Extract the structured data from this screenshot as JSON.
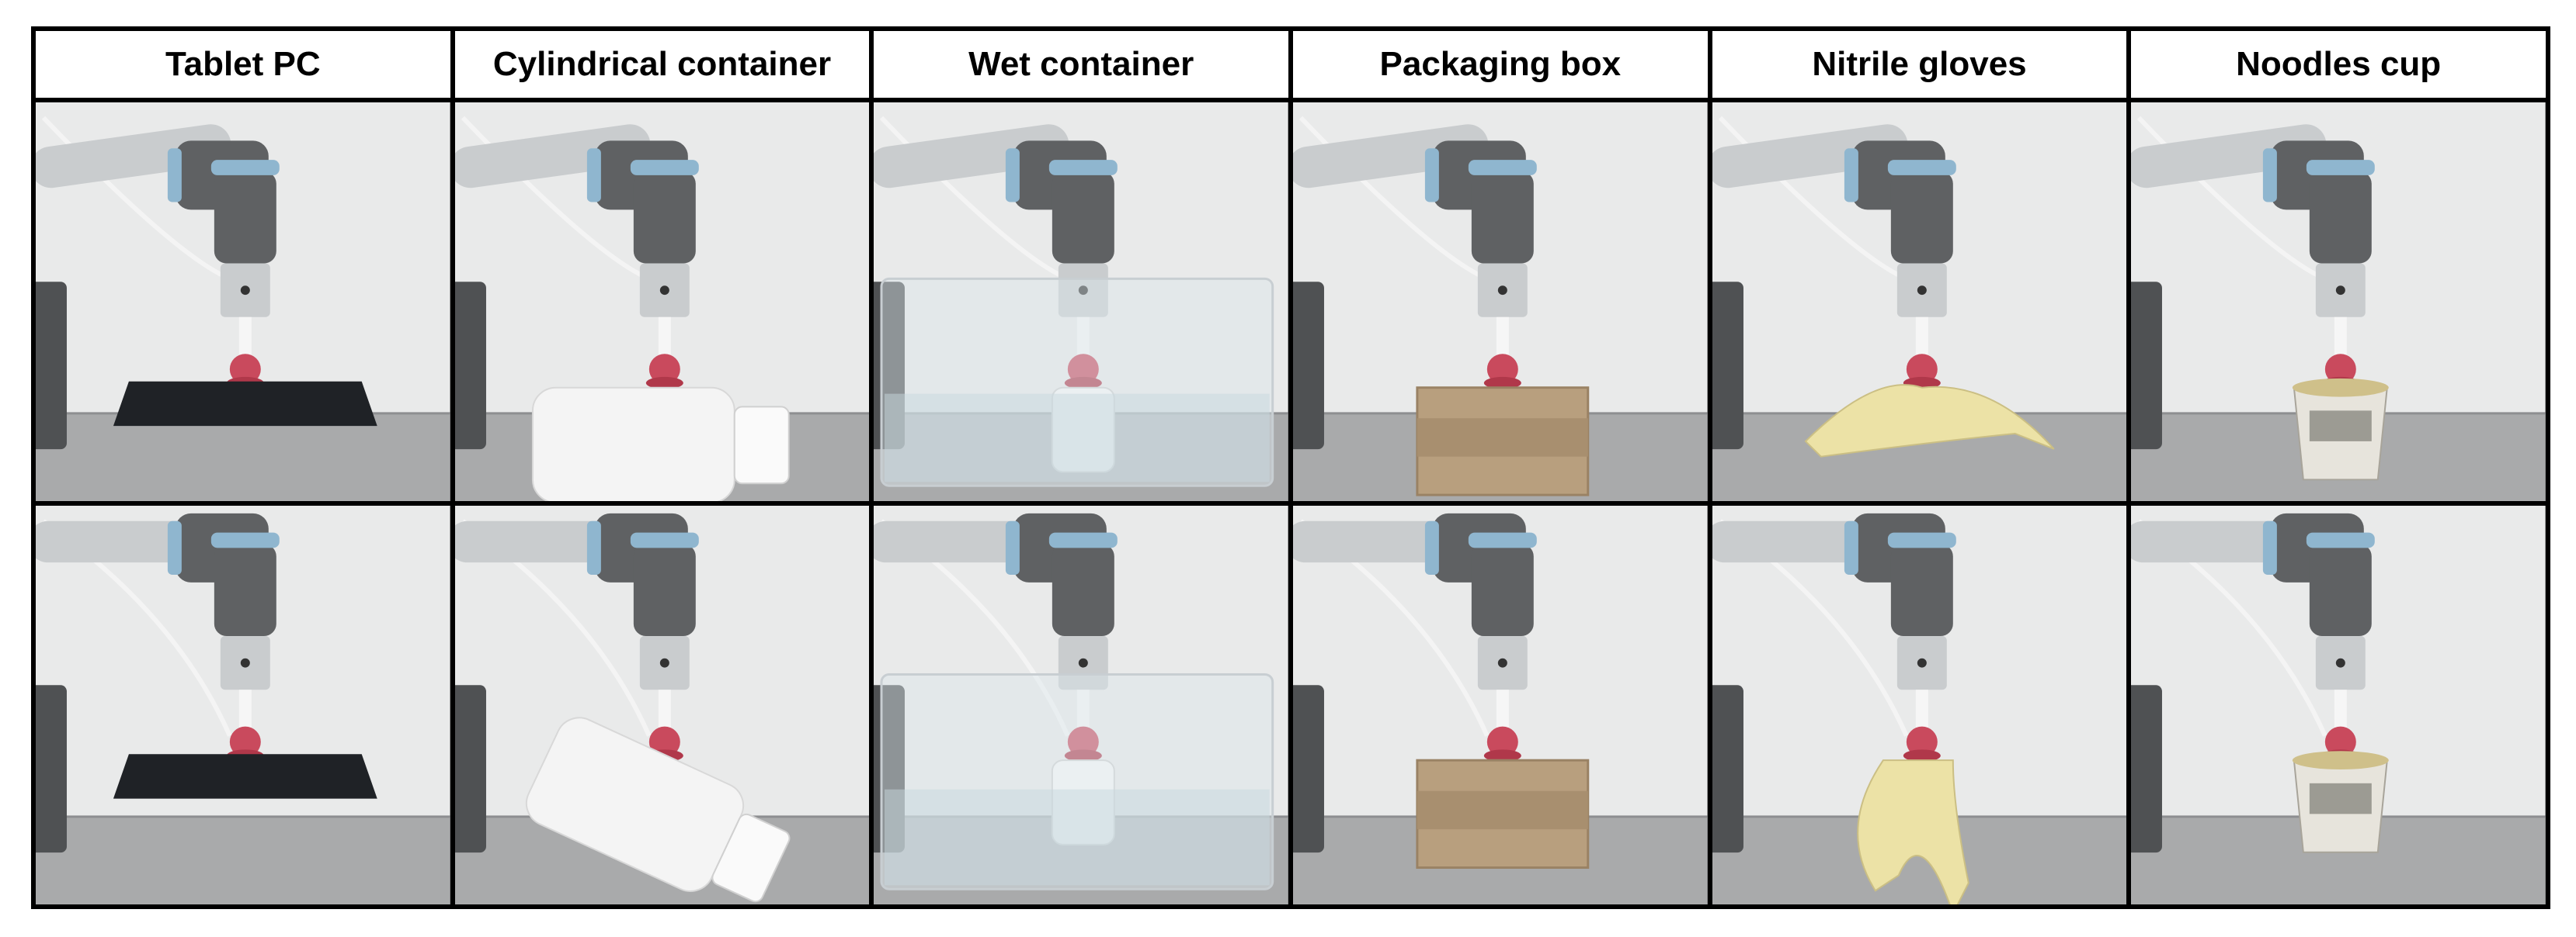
{
  "columns": [
    {
      "label": "Tablet PC",
      "object": "tablet"
    },
    {
      "label": "Cylindrical container",
      "object": "cylinder"
    },
    {
      "label": "Wet container",
      "object": "wet"
    },
    {
      "label": "Packaging box",
      "object": "box"
    },
    {
      "label": "Nitrile gloves",
      "object": "glove"
    },
    {
      "label": "Noodles cup",
      "object": "cup"
    }
  ],
  "rows": [
    "resting",
    "lifted"
  ],
  "colors": {
    "wall": "#e9eaea",
    "table": "#a9aaab",
    "arm_gray": "#5f6163",
    "arm_blue": "#8fb6cf",
    "steel": "#c9ccce",
    "suction": "#c94a5d",
    "tablet": "#1f2226",
    "container": "#f4f4f4",
    "box": "#b89f7e",
    "glove": "#ece2a6",
    "cup": "#e7e4dc"
  }
}
